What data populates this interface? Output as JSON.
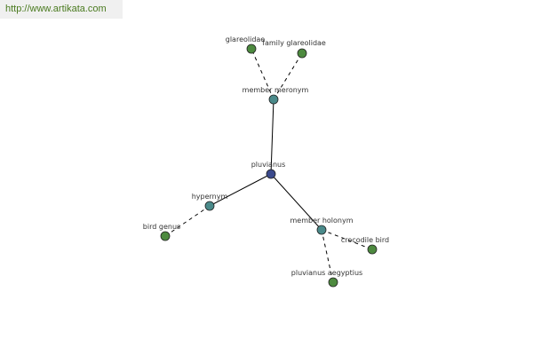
{
  "watermark": {
    "url": "http://www.artikata.com"
  },
  "colors": {
    "center_node": "#3b4a8c",
    "relation_node": "#4a8a8a",
    "leaf_node": "#4d8a3f",
    "edge": "#000000"
  },
  "graph": {
    "center": {
      "label": "pluvianus"
    },
    "relations": [
      {
        "label": "member meronym",
        "leaves": [
          "glareolidae",
          "family glareolidae"
        ]
      },
      {
        "label": "hypernym",
        "leaves": [
          "bird genus"
        ]
      },
      {
        "label": "member holonym",
        "leaves": [
          "crocodile bird",
          "pluvianus aegyptius"
        ]
      }
    ]
  }
}
